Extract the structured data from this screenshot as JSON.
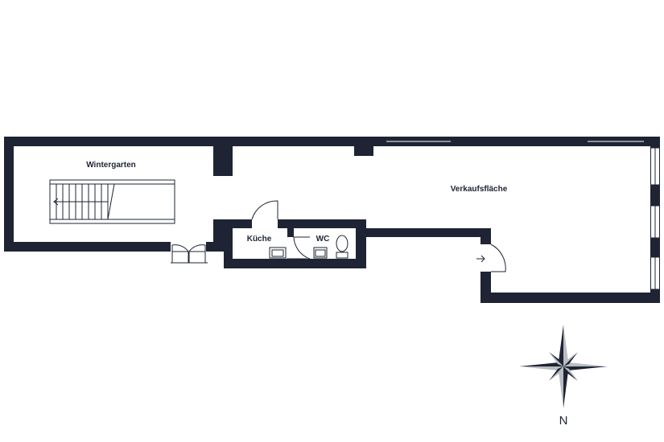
{
  "rooms": {
    "wintergarten": "Wintergarten",
    "verkaufsflaeche": "Verkaufsfläche",
    "kueche": "Küche",
    "wc": "WC"
  },
  "compass": {
    "north_label": "N"
  },
  "colors": {
    "wall": "#1e2433",
    "background": "#ffffff",
    "fixture_stroke": "#1e2433",
    "compass_light": "#b9bcc2",
    "compass_dark": "#1e2433"
  },
  "icons": [
    "north-arrow-compass-icon",
    "entrance-arrow-icon"
  ]
}
